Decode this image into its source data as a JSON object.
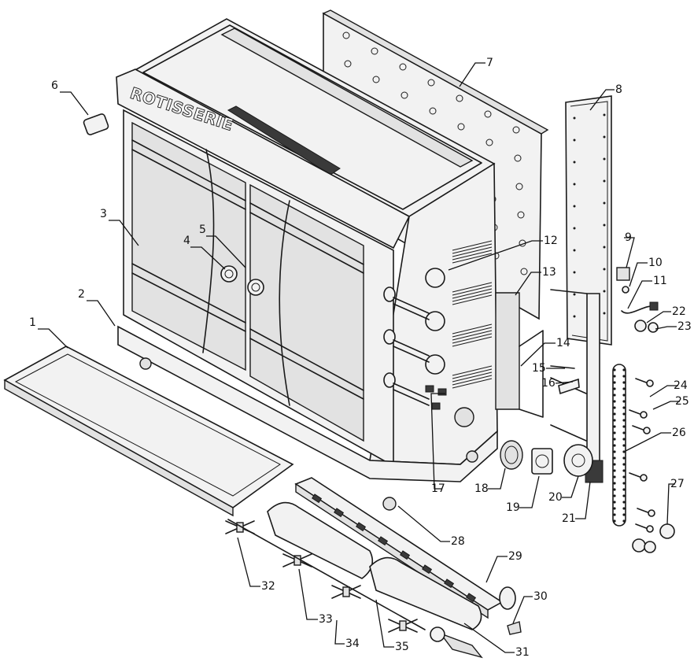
{
  "diagram": {
    "brand_label": "ROTISSERIE",
    "callouts": [
      {
        "id": "1",
        "text": "1"
      },
      {
        "id": "2",
        "text": "2"
      },
      {
        "id": "3",
        "text": "3"
      },
      {
        "id": "4",
        "text": "4"
      },
      {
        "id": "5",
        "text": "5"
      },
      {
        "id": "6",
        "text": "6"
      },
      {
        "id": "7",
        "text": "7"
      },
      {
        "id": "8",
        "text": "8"
      },
      {
        "id": "9",
        "text": "9"
      },
      {
        "id": "10",
        "text": "10"
      },
      {
        "id": "11",
        "text": "11"
      },
      {
        "id": "12",
        "text": "12"
      },
      {
        "id": "13",
        "text": "13"
      },
      {
        "id": "14",
        "text": "14"
      },
      {
        "id": "15",
        "text": "15"
      },
      {
        "id": "16",
        "text": "16"
      },
      {
        "id": "17",
        "text": "17"
      },
      {
        "id": "18",
        "text": "18"
      },
      {
        "id": "19",
        "text": "19"
      },
      {
        "id": "20",
        "text": "20"
      },
      {
        "id": "21",
        "text": "21"
      },
      {
        "id": "22",
        "text": "22"
      },
      {
        "id": "23",
        "text": "23"
      },
      {
        "id": "24",
        "text": "24"
      },
      {
        "id": "25",
        "text": "25"
      },
      {
        "id": "26",
        "text": "26"
      },
      {
        "id": "27",
        "text": "27"
      },
      {
        "id": "28",
        "text": "28"
      },
      {
        "id": "29",
        "text": "29"
      },
      {
        "id": "30",
        "text": "30"
      },
      {
        "id": "31",
        "text": "31"
      },
      {
        "id": "32",
        "text": "32"
      },
      {
        "id": "33",
        "text": "33"
      },
      {
        "id": "34",
        "text": "34"
      },
      {
        "id": "35",
        "text": "35"
      }
    ]
  }
}
